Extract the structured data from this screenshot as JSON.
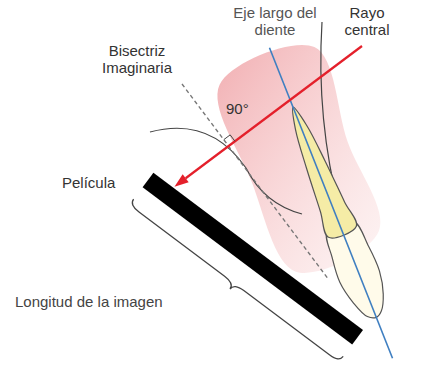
{
  "diagram": {
    "labels": [
      "Eje largo del diente",
      "Rayo central",
      "Bisectriz Imaginaria",
      "90°",
      "Película",
      "Longitud de la imagen"
    ]
  }
}
